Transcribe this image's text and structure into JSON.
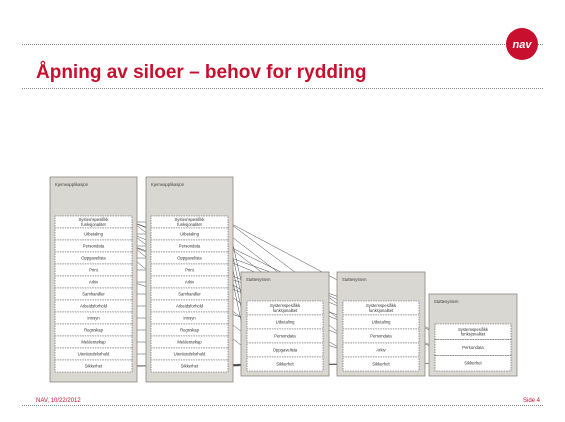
{
  "slide": {
    "title": "Åpning av siloer – behov for rydding",
    "footer_left": "NAV, 10/22/2012",
    "footer_right": "Side 4",
    "logo_text": "nav",
    "accent_color": "#c8102e"
  },
  "diagram": {
    "core_apps": [
      {
        "title": "Kjerneapplikasjon",
        "modules": [
          "Systemspesifikk funksjonalitet",
          "Utbetaling",
          "Persondata",
          "Oppgavelista",
          "Print",
          "Arkiv",
          "Samhandler",
          "Arbeidsforhold",
          "Innsyn",
          "Regnskap",
          "Meldemøkap",
          "Utenlandsforhold",
          "Sikkerhet"
        ]
      },
      {
        "title": "Kjerneapplikasjon",
        "modules": [
          "Systemspesifikk funksjonalitet",
          "Utbetaling",
          "Persondata",
          "Oppgavelista",
          "Print",
          "Arkiv",
          "Samhandler",
          "Arbeidsforhold",
          "Innsyn",
          "Regnskap",
          "Meldemøkap",
          "Utenlandsforhold",
          "Sikkerhet"
        ]
      }
    ],
    "support_systems": [
      {
        "title": "Støttesystem",
        "modules": [
          "Systemspesifikk funksjonalitet",
          "Utbetaling",
          "Persondata",
          "Oppgavelista",
          "Sikkerhet"
        ]
      },
      {
        "title": "Støttesystem",
        "modules": [
          "Systemspesifikk funksjonalitet",
          "Utbetaling",
          "Persondata",
          "Arkiv",
          "Sikkerhet"
        ]
      },
      {
        "title": "Støttesystem",
        "modules": [
          "Systemspesifikk funksjonalitet",
          "Persondata",
          "Sikkerhet"
        ]
      }
    ]
  }
}
